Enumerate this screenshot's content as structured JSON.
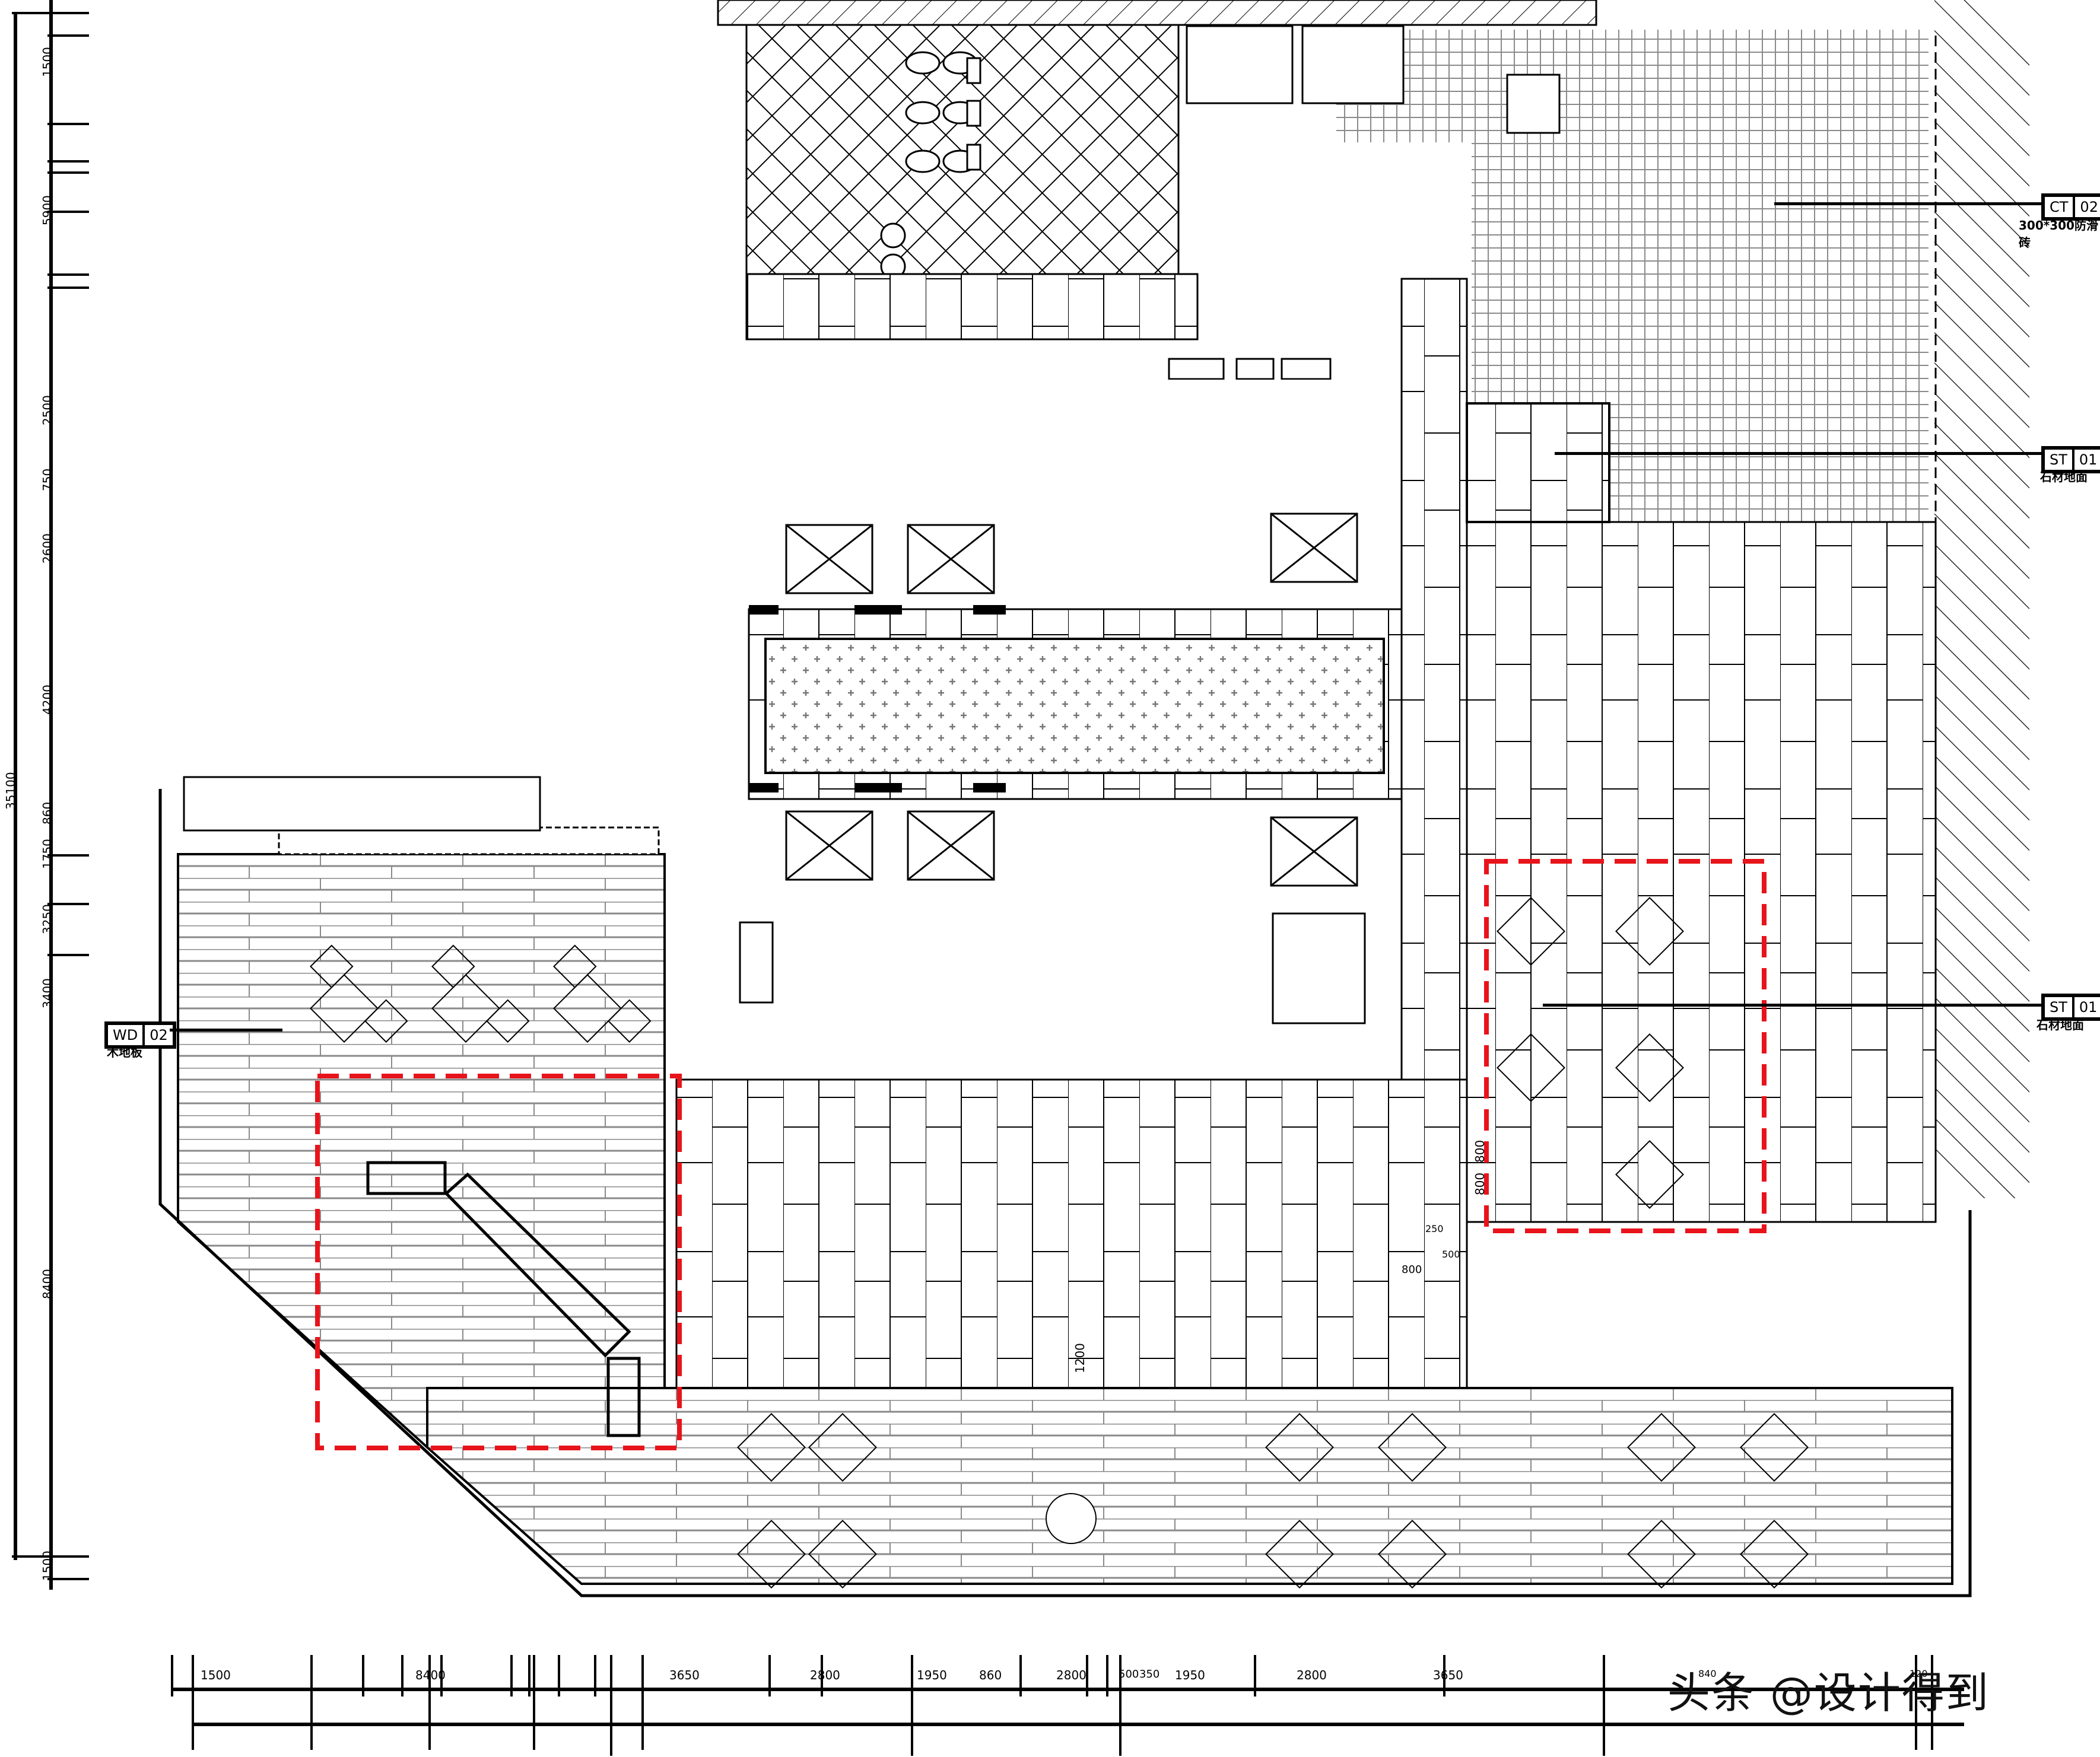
{
  "drawing": {
    "type": "floor-plan",
    "highlight_color": "#e8141b",
    "line_color": "#000000",
    "tile_line_color": "#8a8a8a"
  },
  "material_tags": [
    {
      "code": "CT",
      "number": "02",
      "caption": "300*300防滑砖"
    },
    {
      "code": "ST",
      "number": "01",
      "caption": "石材地面"
    },
    {
      "code": "ST",
      "number": "01",
      "caption": "石材地面"
    },
    {
      "code": "WD",
      "number": "02",
      "caption": "木地板"
    }
  ],
  "dimensions": {
    "left_vertical": [
      "1500",
      "5900",
      "2500",
      "750",
      "2600",
      "4200",
      "860",
      "1750",
      "3250",
      "3400",
      "8400",
      "1500"
    ],
    "left_vertical_total": "35100",
    "bottom_horizontal": [
      "1500",
      "8400",
      "3650",
      "2800",
      "1950",
      "860",
      "2800",
      "500",
      "350",
      "1950",
      "2800",
      "3650",
      "840",
      "120"
    ],
    "inner": {
      "stone_tile_a": "800",
      "stone_tile_b": "800",
      "joint_a": "250",
      "joint_b": "500",
      "tile_width": "800",
      "step": "1200"
    }
  },
  "regions": {
    "restroom": "restroom-block",
    "central_feature": "central-carpet-zone",
    "kitchen": "300x300-antislip-tile-zone",
    "left_dining": "wood-floor-dining",
    "highlight_left": "highlighted-zone-left",
    "highlight_right": "highlighted-zone-right"
  },
  "watermark": "头条 @设计得到"
}
